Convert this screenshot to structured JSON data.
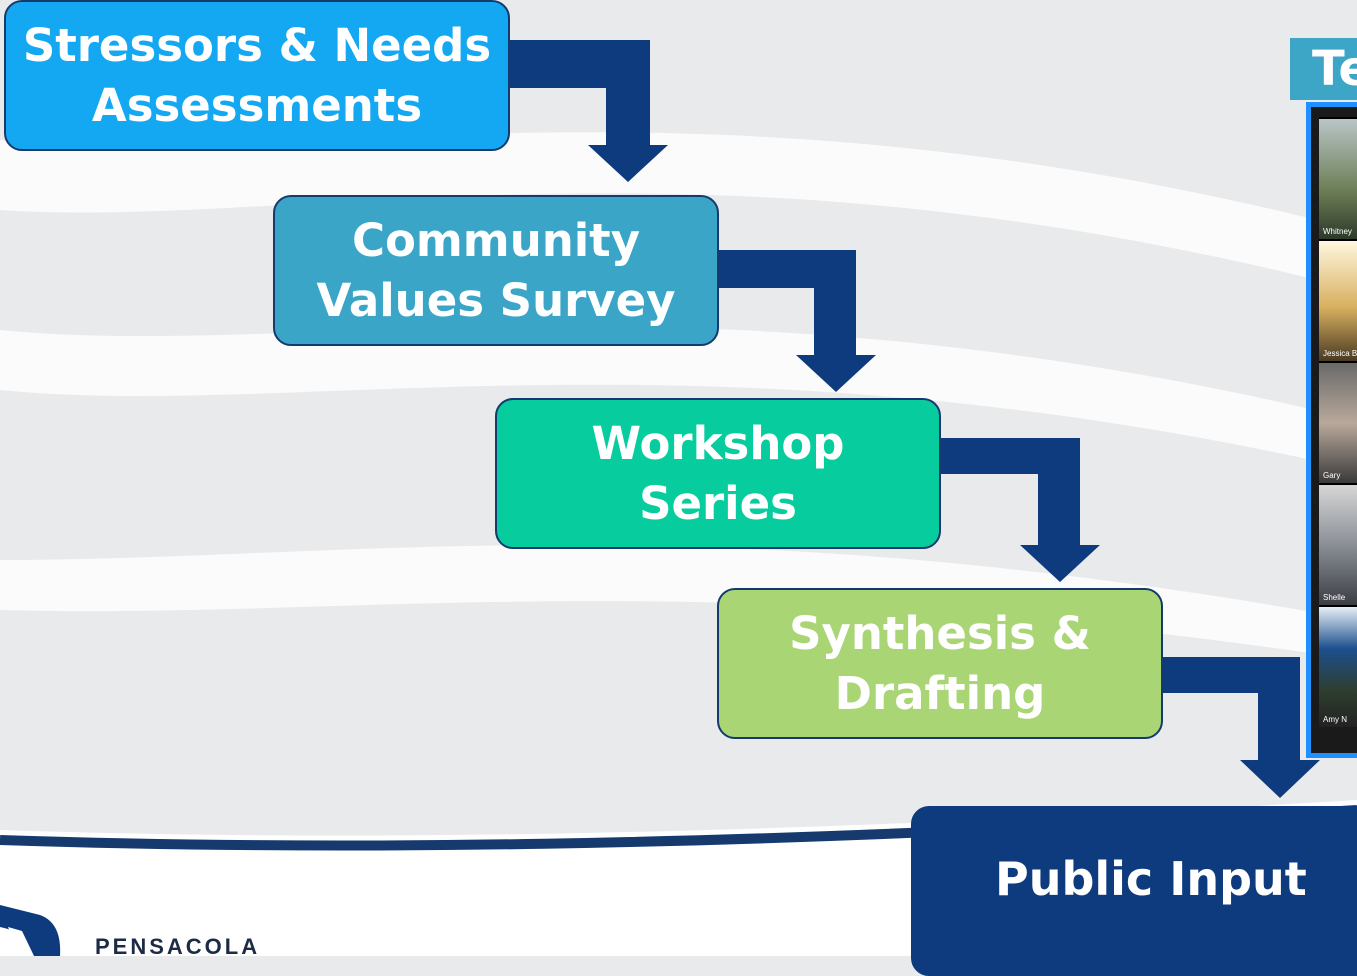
{
  "steps": [
    {
      "line1": "Stressors & Needs",
      "line2": "Assessments"
    },
    {
      "line1": "Community",
      "line2": "Values Survey"
    },
    {
      "line1": "Workshop",
      "line2": "Series"
    },
    {
      "line1": "Synthesis &",
      "line2": "Drafting"
    },
    {
      "line1": "Public Input"
    }
  ],
  "video_panel": {
    "title_fragment": "Te",
    "participants": [
      "Whitney",
      "Jessica B",
      "Gary",
      "Shelle",
      "Amy N"
    ]
  },
  "logo": {
    "text": "PENSACOLA"
  },
  "colors": {
    "step1": "#14a8f2",
    "step2": "#3aa5c7",
    "step3": "#06cc9e",
    "step4": "#a9d575",
    "step5": "#0e3b7e",
    "arrow": "#0e3b7e"
  }
}
